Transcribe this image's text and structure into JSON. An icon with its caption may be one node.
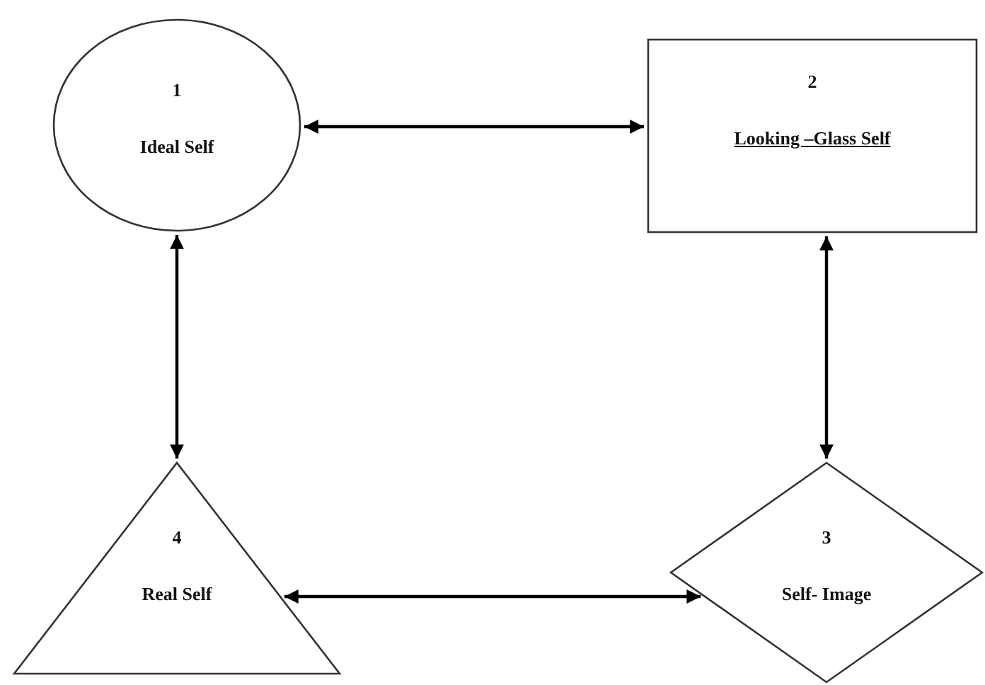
{
  "diagram": {
    "nodes": [
      {
        "text": [
          "1",
          "Ideal Self"
        ]
      },
      {
        "text": [
          "2",
          "Looking –Glass Self"
        ]
      },
      {
        "text": [
          "4",
          "Real Self"
        ]
      },
      {
        "text": [
          "3",
          "Self- Image"
        ]
      }
    ],
    "edges": [
      {
        "from": 0,
        "to": 1,
        "arrow": "both"
      },
      {
        "from": 0,
        "to": 2,
        "arrow": "both"
      },
      {
        "from": 1,
        "to": 3,
        "arrow": "both"
      },
      {
        "from": 2,
        "to": 3,
        "arrow": "both"
      }
    ]
  }
}
